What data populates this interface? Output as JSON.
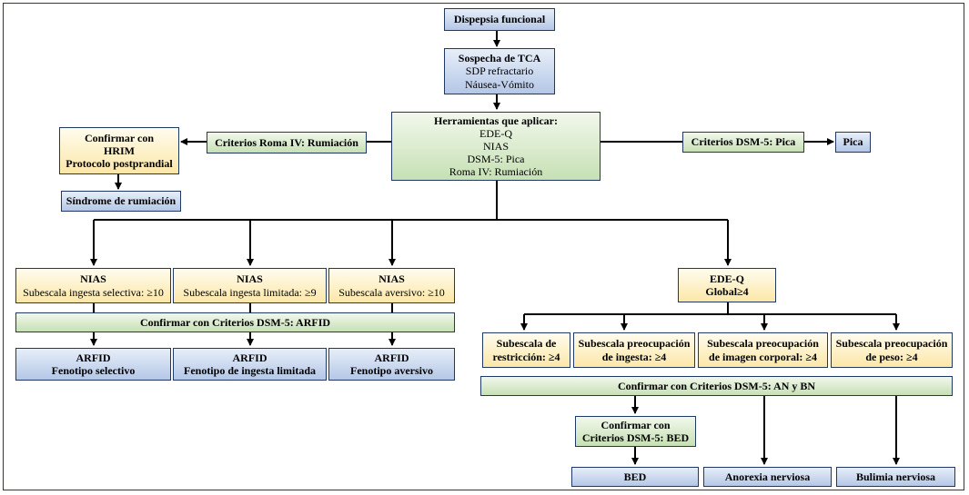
{
  "nodes": {
    "dispepsia": {
      "lines": [
        "Dispepsia funcional"
      ]
    },
    "sospecha": {
      "lines": [
        "Sospecha de TCA",
        "SDP refractario",
        "Náusea-Vómito"
      ]
    },
    "herramientas": {
      "lines": [
        "Herramientas que aplicar:",
        "EDE-Q",
        "NIAS",
        "DSM-5: Pica",
        "Roma IV: Rumiación"
      ]
    },
    "roma": {
      "lines": [
        "Criterios Roma IV: Rumiación"
      ]
    },
    "hrim": {
      "lines": [
        "Confirmar con",
        "HRIM",
        "Protocolo postprandial"
      ]
    },
    "sindrome": {
      "lines": [
        "Síndrome de rumiación"
      ]
    },
    "dsm_pica": {
      "lines": [
        "Criterios DSM-5: Pica"
      ]
    },
    "pica": {
      "lines": [
        "Pica"
      ]
    },
    "nias1": {
      "lines": [
        "NIAS",
        "Subescala ingesta selectiva: ≥10"
      ]
    },
    "nias2": {
      "lines": [
        "NIAS",
        "Subescala ingesta limitada: ≥9"
      ]
    },
    "nias3": {
      "lines": [
        "NIAS",
        "Subescala aversivo: ≥10"
      ]
    },
    "confirm_arfid": {
      "lines": [
        "Confirmar con Criterios DSM-5: ARFID"
      ]
    },
    "arfid1": {
      "lines": [
        "ARFID",
        "Fenotipo selectivo"
      ]
    },
    "arfid2": {
      "lines": [
        "ARFID",
        "Fenotipo de ingesta limitada"
      ]
    },
    "arfid3": {
      "lines": [
        "ARFID",
        "Fenotipo aversivo"
      ]
    },
    "edeq": {
      "lines": [
        "EDE-Q",
        "Global≥4"
      ]
    },
    "sub1": {
      "lines": [
        "Subescala de",
        "restricción: ≥4"
      ]
    },
    "sub2": {
      "lines": [
        "Subescala preocupación",
        "de ingesta: ≥4"
      ]
    },
    "sub3": {
      "lines": [
        "Subescala preocupación",
        "de imagen corporal: ≥4"
      ]
    },
    "sub4": {
      "lines": [
        "Subescala preocupación",
        "de peso: ≥4"
      ]
    },
    "confirm_an": {
      "lines": [
        "Confirmar con Criterios DSM-5: AN y BN"
      ]
    },
    "confirm_bed": {
      "lines": [
        "Confirmar con",
        "Criterios DSM-5: BED"
      ]
    },
    "bed": {
      "lines": [
        "BED"
      ]
    },
    "anorexia": {
      "lines": [
        "Anorexia nerviosa"
      ]
    },
    "bulimia": {
      "lines": [
        "Bulimia nerviosa"
      ]
    }
  },
  "colors": {
    "border": "#1f3864",
    "line": "#000000",
    "blue": "#b4c7e7",
    "green": "#c6e0b4",
    "yellow": "#fce7a8"
  }
}
